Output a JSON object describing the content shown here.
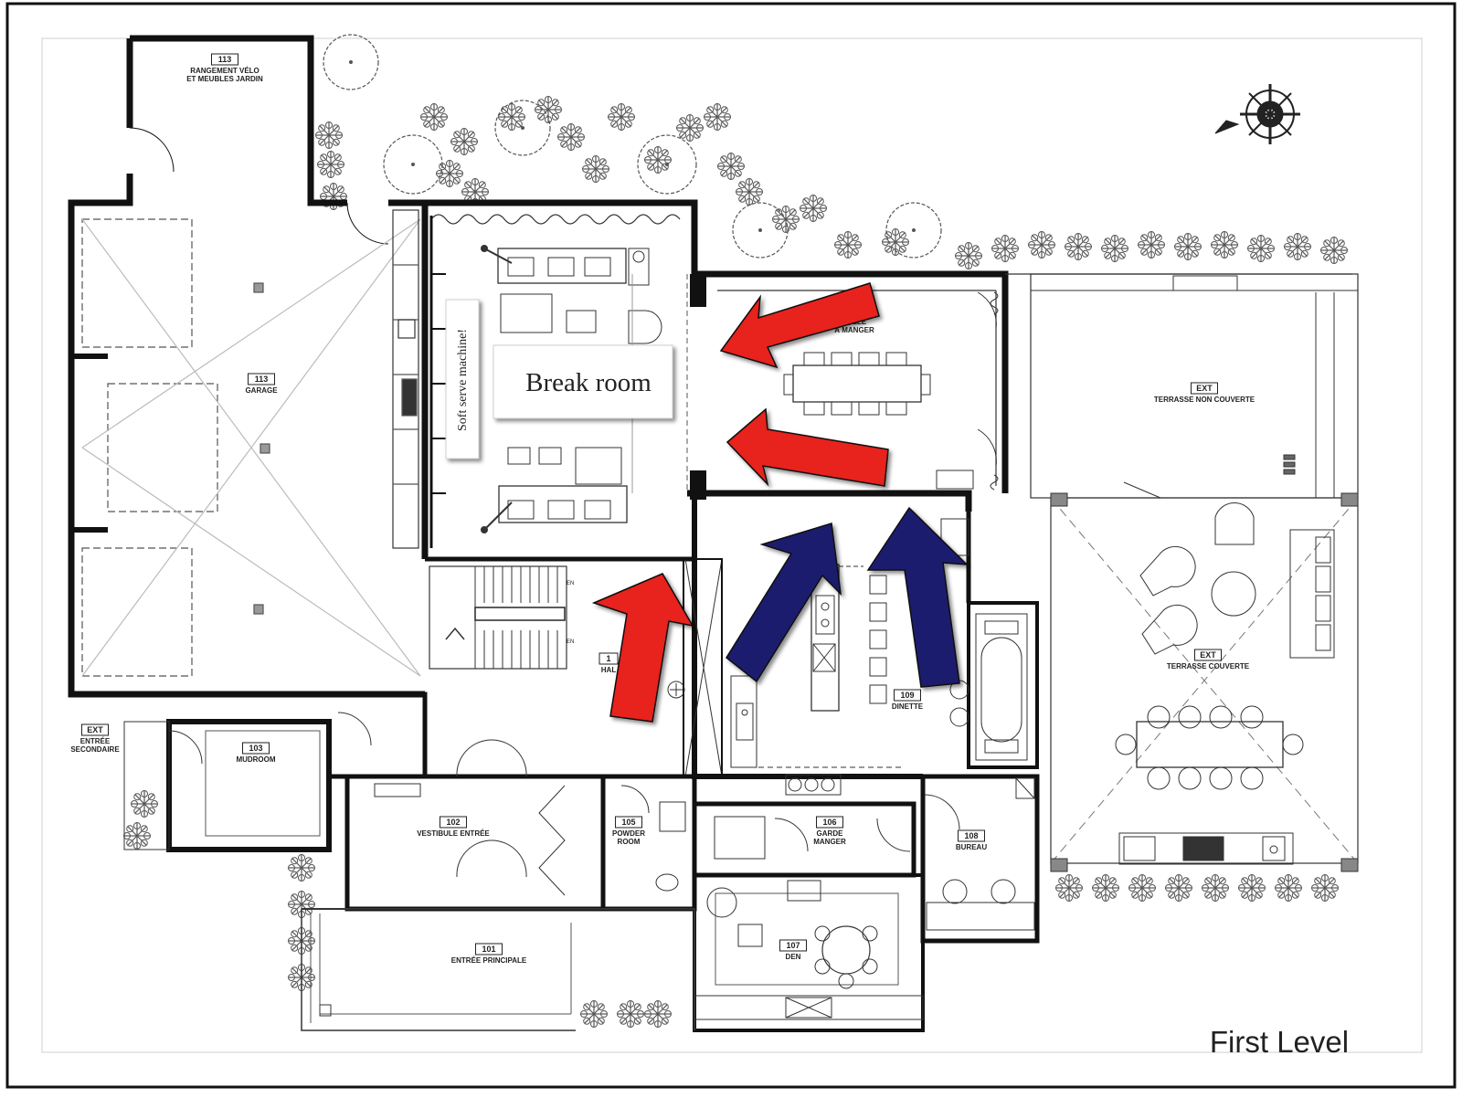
{
  "plan": {
    "level_title": "First Level",
    "annotations": {
      "break_room": "Break room",
      "soft_serve": "Soft serve machine!"
    },
    "rooms": {
      "r113a": {
        "num": "113",
        "name": "RANGEMENT VÉLO",
        "name2": "ET MEUBLES JARDIN"
      },
      "r113b": {
        "num": "113",
        "name": "GARAGE"
      },
      "salle": {
        "num": "",
        "name": "SALLE",
        "name2": "À MANGER"
      },
      "ext1": {
        "num": "EXT",
        "name": "TERRASSE NON COUVERTE"
      },
      "ext2": {
        "num": "EXT",
        "name": "TERRASSE COUVERTE"
      },
      "ext3": {
        "num": "EXT",
        "name": "ENTRÉE",
        "name2": "SECONDAIRE"
      },
      "r103": {
        "num": "103",
        "name": "MUDROOM"
      },
      "r109": {
        "num": "109",
        "name": "DINETTE"
      },
      "r102": {
        "num": "102",
        "name": "VESTIBULE ENTRÉE"
      },
      "r105": {
        "num": "105",
        "name": "POWDER",
        "name2": "ROOM"
      },
      "r106": {
        "num": "106",
        "name": "GARDE",
        "name2": "MANGER"
      },
      "r108": {
        "num": "108",
        "name": "BUREAU"
      },
      "r107": {
        "num": "107",
        "name": "DEN"
      },
      "r101": {
        "num": "101",
        "name": "ENTRÉE PRINCIPALE"
      },
      "hall": {
        "num": "1",
        "name": "HAL"
      }
    },
    "stair_labels": {
      "up": "EN",
      "down": "EN"
    },
    "colors": {
      "red_arrow": "#e8201f",
      "blue_arrow": "#1c1e6e",
      "wall": "#111111",
      "line": "#444444",
      "plant": "#555555"
    }
  }
}
